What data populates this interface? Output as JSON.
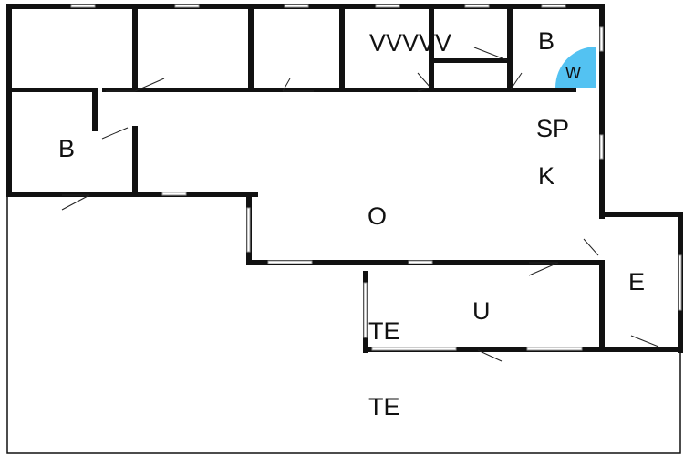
{
  "plan": {
    "colors": {
      "walls": "#111111",
      "washer": "#53c2f2",
      "floor": "#ffffff"
    },
    "rooms": {
      "vvvvv": "VVVVV",
      "bath_top": "B",
      "washer": "W",
      "bedroom_left": "B",
      "scullery": "SP",
      "kitchen": "K",
      "living": "O",
      "utility": "U",
      "entrance": "E",
      "terrace_inner": "TE",
      "terrace_outer": "TE"
    }
  }
}
